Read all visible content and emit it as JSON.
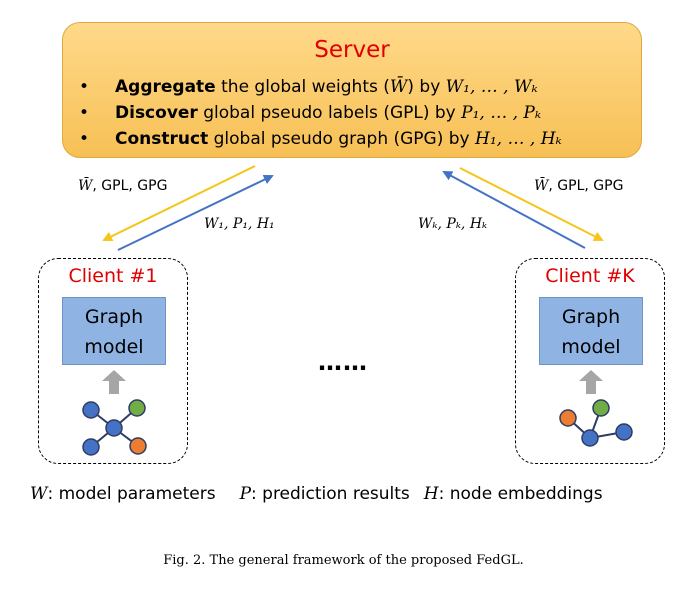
{
  "server": {
    "title": "Server",
    "bullet_symbol": "•",
    "items": [
      {
        "bold": "Aggregate",
        "text": " the global weights (",
        "math": "W̄",
        "text2": ") by ",
        "math2": "W₁, … , Wₖ"
      },
      {
        "bold": "Discover",
        "text": " global pseudo labels (GPL) by ",
        "math": "P₁, … , Pₖ"
      },
      {
        "bold": "Construct",
        "text": " global pseudo graph (GPG) by ",
        "math": "H₁, … , Hₖ"
      }
    ]
  },
  "edges": {
    "left_down_label_math": "W̄",
    "left_down_label_text": ", GPL, GPG",
    "left_up_label": "W₁, P₁, H₁",
    "right_up_label": "Wₖ, Pₖ, Hₖ",
    "right_down_label_math": "W̄",
    "right_down_label_text": ", GPL, GPG",
    "down_color": "#f5c518",
    "up_color": "#4472c4"
  },
  "clients": [
    {
      "title": "Client #1",
      "model_line1": "Graph",
      "model_line2": "model"
    },
    {
      "title": "Client #K",
      "model_line1": "Graph",
      "model_line2": "model"
    }
  ],
  "ellipsis": "……",
  "legend": {
    "w_sym": "W",
    "w_text": ": model parameters",
    "p_sym": "P",
    "p_text": ": prediction results",
    "h_sym": "H",
    "h_text": ": node embeddings"
  },
  "caption": "Fig. 2.  The general framework of the proposed FedGL.",
  "node_colors": {
    "blue": "#4472c4",
    "green": "#70ad47",
    "orange": "#ed7d31"
  }
}
